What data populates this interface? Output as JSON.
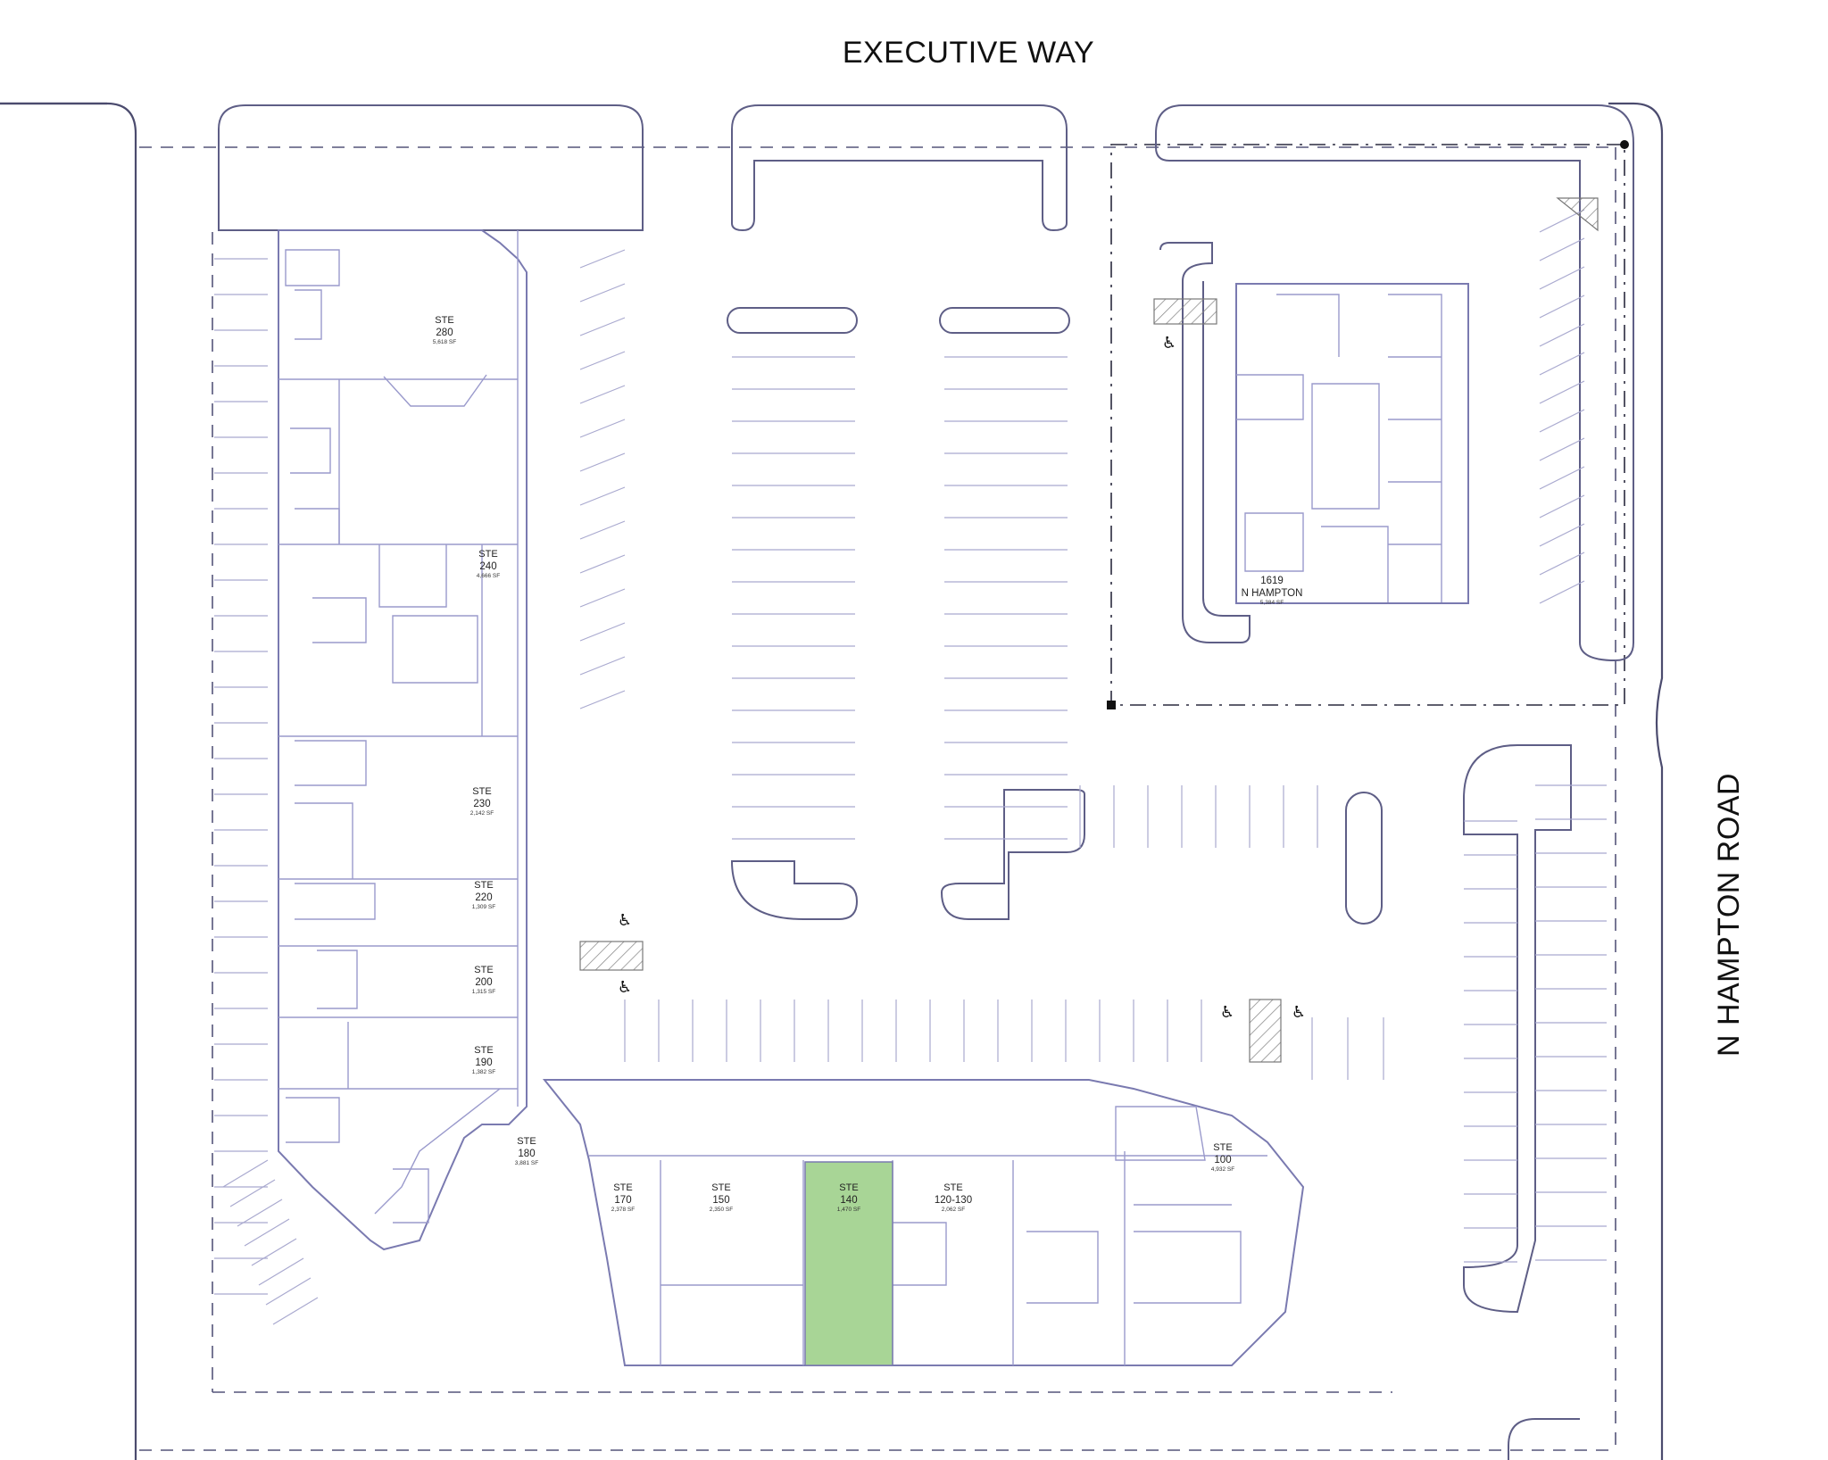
{
  "streets": {
    "north": "EXECUTIVE WAY",
    "east": "N HAMPTON ROAD"
  },
  "suites": [
    {
      "id": "280",
      "label": "STE",
      "number": "280",
      "area": "5,618 SF",
      "highlighted": false
    },
    {
      "id": "240",
      "label": "STE",
      "number": "240",
      "area": "4,666 SF",
      "highlighted": false
    },
    {
      "id": "230",
      "label": "STE",
      "number": "230",
      "area": "2,142 SF",
      "highlighted": false
    },
    {
      "id": "220",
      "label": "STE",
      "number": "220",
      "area": "1,309 SF",
      "highlighted": false
    },
    {
      "id": "200",
      "label": "STE",
      "number": "200",
      "area": "1,315 SF",
      "highlighted": false
    },
    {
      "id": "190",
      "label": "STE",
      "number": "190",
      "area": "1,382 SF",
      "highlighted": false
    },
    {
      "id": "180",
      "label": "STE",
      "number": "180",
      "area": "3,881 SF",
      "highlighted": false
    },
    {
      "id": "170",
      "label": "STE",
      "number": "170",
      "area": "2,378 SF",
      "highlighted": false
    },
    {
      "id": "150",
      "label": "STE",
      "number": "150",
      "area": "2,350 SF",
      "highlighted": false
    },
    {
      "id": "140",
      "label": "STE",
      "number": "140",
      "area": "1,470 SF",
      "highlighted": true
    },
    {
      "id": "120-130",
      "label": "STE",
      "number": "120-130",
      "area": "2,062 SF",
      "highlighted": false
    },
    {
      "id": "100",
      "label": "STE",
      "number": "100",
      "area": "4,932 SF",
      "highlighted": false
    }
  ],
  "building_1619": {
    "number": "1619",
    "name": "N HAMPTON",
    "area": "5,384 SF"
  },
  "colors": {
    "highlight": "#a8d596",
    "building_outline": "#7a7ab0",
    "road_line": "#4b4b6e"
  },
  "symbols": [
    "accessible-parking-icon"
  ]
}
